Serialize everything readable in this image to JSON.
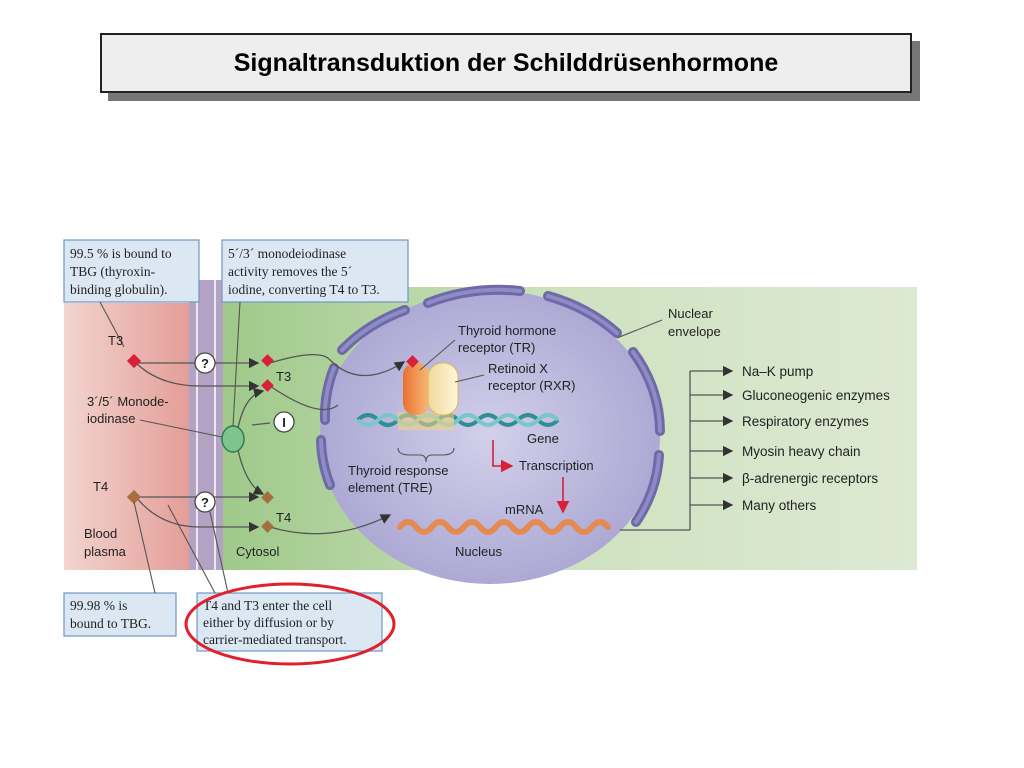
{
  "slide": {
    "title": "Signaltransduktion der Schilddrüsenhormone"
  },
  "figure": {
    "callouts": {
      "tbg_995": [
        "99.5 % is bound to",
        "TBG (thyroxin-",
        "binding globulin)."
      ],
      "monodeiodinase": [
        "5´/3´ monodeiodinase",
        "activity removes the 5´",
        "iodine, converting T4 to T3."
      ],
      "tbg_9998": [
        "99.98 % is",
        "bound to TBG."
      ],
      "entry": [
        "T4 and T3 enter the cell",
        "either by diffusion or by",
        "carrier-mediated transport."
      ]
    },
    "labels": {
      "t3_blood": "T3",
      "t4_blood": "T4",
      "t3_cell": "T3",
      "t4_cell": "T4",
      "deiodinase_blood": [
        "3´/5´ Monode-",
        "iodinase"
      ],
      "blood_plasma": [
        "Blood",
        "plasma"
      ],
      "cytosol": "Cytosol",
      "nucleus": "Nucleus",
      "nuclear_envelope": [
        "Nuclear",
        "envelope"
      ],
      "thyroid_receptor": [
        "Thyroid hormone",
        "receptor (TR)"
      ],
      "rxr": [
        "Retinoid X",
        "receptor (RXR)"
      ],
      "gene": "Gene",
      "tre": [
        "Thyroid response",
        "element (TRE)"
      ],
      "transcription": "Transcription",
      "mrna": "mRNA",
      "question_mark": "?",
      "inhibit": "I"
    },
    "responses": [
      "Na–K pump",
      "Gluconeogenic enzymes",
      "Respiratory enzymes",
      "Myosin heavy chain",
      "β-adrenergic receptors",
      "Many others"
    ],
    "colors": {
      "blood": "#e9a9a2",
      "membrane": "#b6a4c6",
      "cytosol": "#d4e3c6",
      "nucleus": "#b9b6dc",
      "callout_fill": "#dbe8f4",
      "callout_border": "#6f97c0",
      "highlight_circle": "#e0202a",
      "hormone_marker": "#d8203a",
      "t4_marker": "#a5703e"
    }
  }
}
